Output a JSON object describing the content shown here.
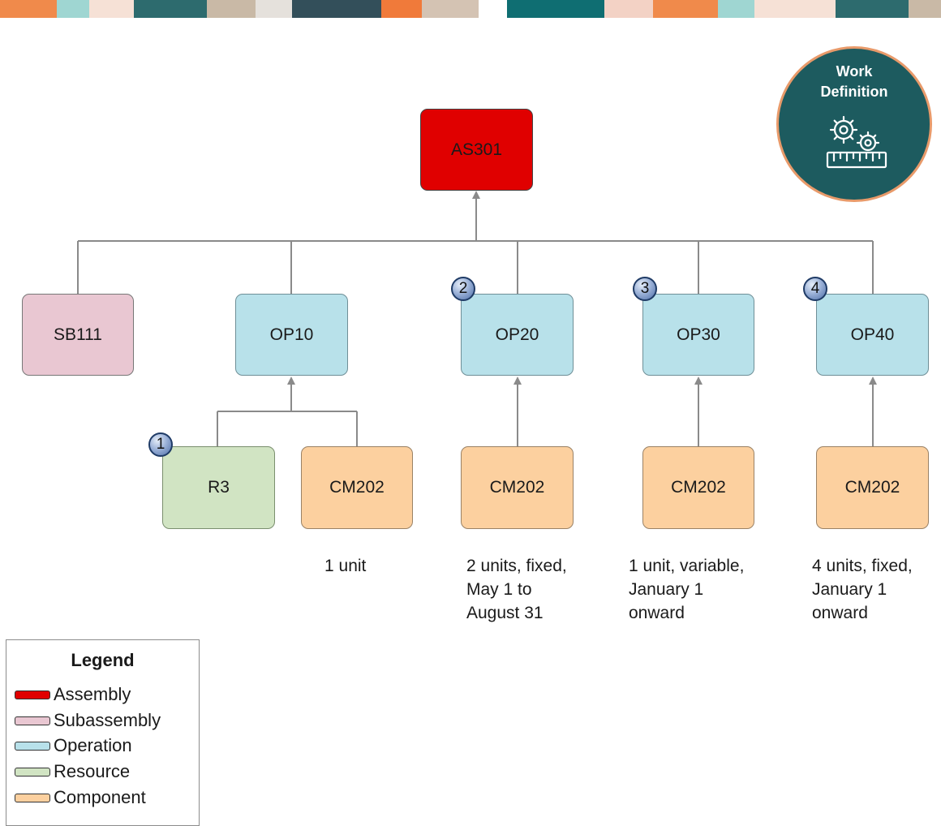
{
  "banner_colors": [
    "#f08a4b",
    "#9fd6d2",
    "#f6e1d6",
    "#2d6b6e",
    "#c9b9a6",
    "#e5e1dc",
    "#334f5a",
    "#f07a3a",
    "#d4c3b3",
    "#ffffff",
    "#0f6e72",
    "#f3d2c5"
  ],
  "nodes": {
    "assembly": "AS301",
    "subassembly": "SB111",
    "op10": "OP10",
    "op20": "OP20",
    "op30": "OP30",
    "op40": "OP40",
    "resource": "R3",
    "cm_op10": "CM202",
    "cm_op20": "CM202",
    "cm_op30": "CM202",
    "cm_op40": "CM202"
  },
  "badges": {
    "b1": "1",
    "b2": "2",
    "b3": "3",
    "b4": "4"
  },
  "notes": {
    "op10": "1 unit",
    "op20": "2 units, fixed,\nMay 1 to\nAugust 31",
    "op30": "1 unit, variable,\nJanuary  1\nonward",
    "op40": "4 units, fixed,\nJanuary  1\nonward"
  },
  "work_definition": {
    "title": "Work\nDefinition",
    "icon": "gears-ruler-icon"
  },
  "legend": {
    "title": "Legend",
    "items": [
      {
        "label": "Assembly",
        "color": "#e00000"
      },
      {
        "label": "Subassembly",
        "color": "#e9c7d2"
      },
      {
        "label": "Operation",
        "color": "#b8e1ea"
      },
      {
        "label": "Resource",
        "color": "#d1e4c3"
      },
      {
        "label": "Component",
        "color": "#fcd09f"
      }
    ]
  },
  "colors": {
    "connector": "#8a8a8a",
    "badge_ring": "#1f3b66",
    "work_definition_bg": "#1d5b5f",
    "work_definition_ring": "#e89a6a"
  }
}
